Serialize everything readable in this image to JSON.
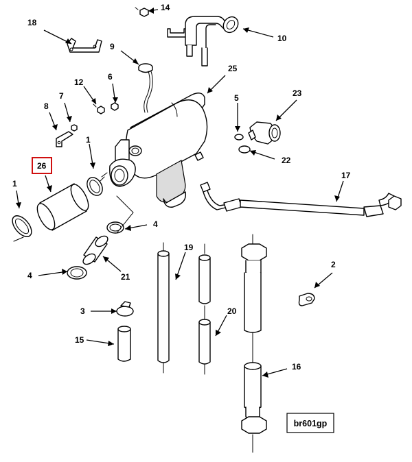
{
  "callouts": {
    "c1a": "1",
    "c1b": "1",
    "c2": "2",
    "c3": "3",
    "c4a": "4",
    "c4b": "4",
    "c5": "5",
    "c6": "6",
    "c7": "7",
    "c8": "8",
    "c9": "9",
    "c10": "10",
    "c12": "12",
    "c14": "14",
    "c15": "15",
    "c16": "16",
    "c17": "17",
    "c18": "18",
    "c19": "19",
    "c20": "20",
    "c21": "21",
    "c22": "22",
    "c23": "23",
    "c25": "25",
    "c26": "26"
  },
  "reference_code": "br601gp",
  "highlight_color": "#d01010"
}
